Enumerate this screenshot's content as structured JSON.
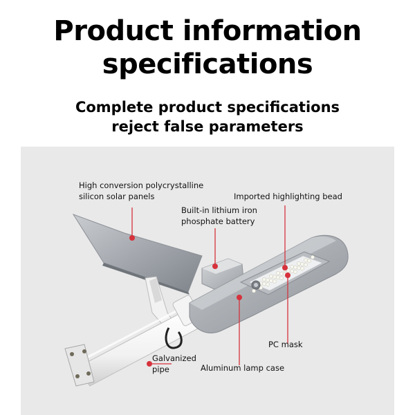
{
  "header": {
    "title_line1": "Product information",
    "title_line2": "specifications",
    "subtitle_line1": "Complete product specifications",
    "subtitle_line2": "reject false parameters"
  },
  "labels": {
    "solar_panel_line1": "High conversion polycrystalline",
    "solar_panel_line2": "silicon solar panels",
    "battery_line1": "Built-in lithium iron",
    "battery_line2": "phosphate battery",
    "bead": "Imported highlighting bead",
    "pc_mask": "PC mask",
    "pipe_line1": "Galvanized",
    "pipe_line2": "pipe",
    "lamp_case": "Aluminum lamp case"
  },
  "colors": {
    "background": "#ffffff",
    "stage": "#e9e9e9",
    "accent": "#d6323c"
  }
}
